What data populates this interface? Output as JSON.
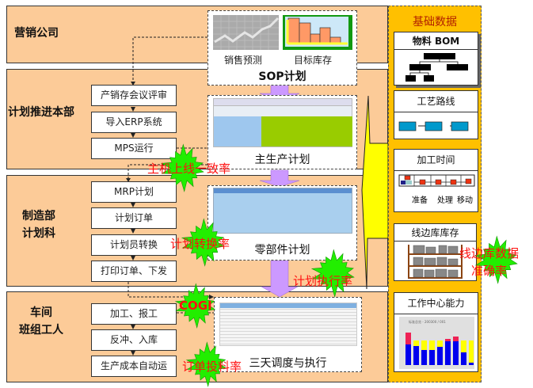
{
  "bands": [
    {
      "label": "营销公司"
    },
    {
      "label": "计划推进本部"
    },
    {
      "label": "制造部\n计划科"
    },
    {
      "label": "车间\n班组工人"
    }
  ],
  "process_steps": [
    "产销存会议评审",
    "导入ERP系统",
    "MPS运行",
    "MRP计划",
    "计划订单",
    "计划员转换",
    "打印订单、下发",
    "加工、报工",
    "反冲、入库",
    "生产成本自动运"
  ],
  "plans": {
    "sop": {
      "forecast_label": "销售预测",
      "inventory_label": "目标库存",
      "title": "SOP计划"
    },
    "mps": {
      "title": "主生产计划"
    },
    "parts": {
      "title": "零部件计划"
    },
    "dispatch": {
      "title": "三天调度与执行"
    }
  },
  "basic_data": {
    "title": "基础数据",
    "cards": [
      {
        "title": "物料 BOM"
      },
      {
        "title": "工艺路线"
      },
      {
        "title": "加工时间",
        "labels": [
          "准备",
          "处理",
          "移动"
        ]
      },
      {
        "title": "线边库库存"
      },
      {
        "title": "工作中心能力",
        "chart_caption": "标准总览 - 200300 / 001"
      }
    ]
  },
  "kpis": [
    "主机上线一致率",
    "计划转换率",
    "计划执行率",
    "COGI",
    "订单投料率",
    "线边库数据\n准确率"
  ],
  "colors": {
    "band": "#FCCB98",
    "panel": "#FFC000",
    "burst": "#22EE00",
    "kpi_text": "#FF1010",
    "arrow": "#CC99FF",
    "yellow": "#FFFF00"
  }
}
